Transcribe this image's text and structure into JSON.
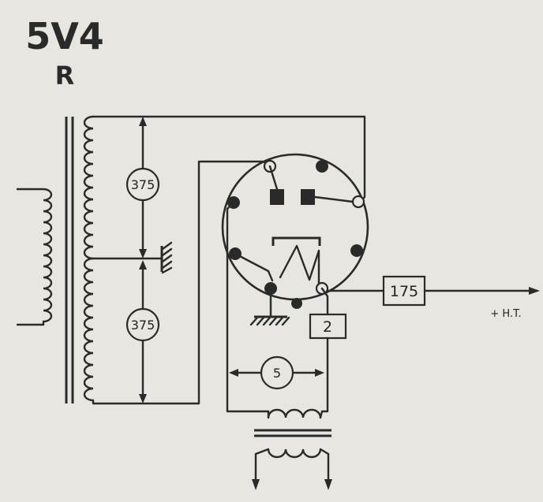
{
  "tube": {
    "type": "5V4",
    "socket_code": "R"
  },
  "voltages": {
    "secondary_upper": "375",
    "secondary_lower": "375",
    "filament": "5",
    "output_dc": "175"
  },
  "labels": {
    "pin_label": "2",
    "output": "+ H.T."
  }
}
